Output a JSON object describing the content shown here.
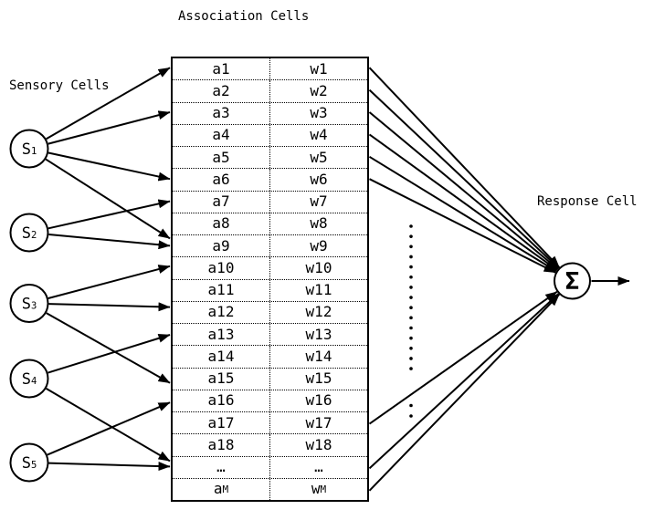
{
  "labels": {
    "sensory": "Sensory Cells",
    "association": "Association Cells",
    "response": "Response Cell"
  },
  "sensory_cells": [
    {
      "base": "S",
      "sub": "1"
    },
    {
      "base": "S",
      "sub": "2"
    },
    {
      "base": "S",
      "sub": "3"
    },
    {
      "base": "S",
      "sub": "4"
    },
    {
      "base": "S",
      "sub": "5"
    }
  ],
  "association_rows": [
    {
      "l": "a1",
      "r": "w1"
    },
    {
      "l": "a2",
      "r": "w2"
    },
    {
      "l": "a3",
      "r": "w3"
    },
    {
      "l": "a4",
      "r": "w4"
    },
    {
      "l": "a5",
      "r": "w5"
    },
    {
      "l": "a6",
      "r": "w6"
    },
    {
      "l": "a7",
      "r": "w7"
    },
    {
      "l": "a8",
      "r": "w8"
    },
    {
      "l": "a9",
      "r": "w9"
    },
    {
      "l": "a10",
      "r": "w10"
    },
    {
      "l": "a11",
      "r": "w11"
    },
    {
      "l": "a12",
      "r": "w12"
    },
    {
      "l": "a13",
      "r": "w13"
    },
    {
      "l": "a14",
      "r": "w14"
    },
    {
      "l": "a15",
      "r": "w15"
    },
    {
      "l": "a16",
      "r": "w16"
    },
    {
      "l": "a17",
      "r": "w17"
    },
    {
      "l": "a18",
      "r": "w18"
    },
    {
      "l": "…",
      "r": "…"
    },
    {
      "l": "a",
      "ls": "M",
      "r": "w",
      "rs": "M"
    }
  ],
  "response_cell": {
    "symbol": "Σ"
  },
  "connections": {
    "sensory_to_association": [
      [
        1,
        1,
        0
      ],
      [
        1,
        3,
        0
      ],
      [
        1,
        6,
        0
      ],
      [
        1,
        9,
        -8
      ],
      [
        2,
        7,
        0
      ],
      [
        2,
        9,
        0
      ],
      [
        3,
        10,
        -2
      ],
      [
        3,
        12,
        -6
      ],
      [
        3,
        15,
        4
      ],
      [
        4,
        13,
        0
      ],
      [
        4,
        19,
        -8
      ],
      [
        5,
        16,
        1
      ],
      [
        5,
        19,
        -2
      ]
    ],
    "association_to_response": [
      1,
      2,
      3,
      4,
      5,
      6,
      17,
      19,
      20
    ]
  },
  "colors": {
    "ink": "#000000",
    "background": "#ffffff"
  }
}
